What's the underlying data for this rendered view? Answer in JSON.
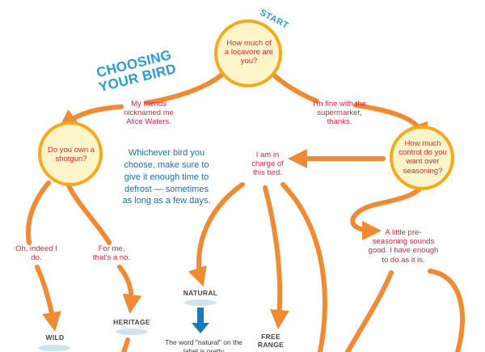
{
  "title": "CHOOSING YOUR BIRD",
  "start_label": "START",
  "nodes": {
    "locavore": "How much of a locavore are you?",
    "shotgun": "Do you own a shotgun?",
    "control": "How much control do you want over seasoning?"
  },
  "answers": {
    "alice_waters": "My friends nicknamed me Alice Waters.",
    "supermarket": "I'm fine with the supermarket, thanks.",
    "in_charge": "I am in charge of this bird.",
    "pre_seasoning": "A little pre-seasoning sounds good. I have enough to do as it is.",
    "indeed": "Oh, indeed I do.",
    "no": "For me, that's a no."
  },
  "note": "Whichever bird you choose, make sure to give it enough time to defrost — sometimes as long as a few days.",
  "outcomes": {
    "natural": "NATURAL",
    "heritage": "HERITAGE",
    "wild": "WILD",
    "free_range": "FREE RANGE"
  },
  "natural_desc": "The word \"natural\" on the label is pretty",
  "colors": {
    "path": "#f08a35",
    "circle_stroke": "#f7a81b",
    "circle_fill": "#fef4c9",
    "question_text": "#d8253a",
    "title_blue": "#2b9ad1",
    "note_blue": "#1a6fa8",
    "arrow_blue": "#1a7ab5",
    "disc": "#cfe3ef"
  }
}
